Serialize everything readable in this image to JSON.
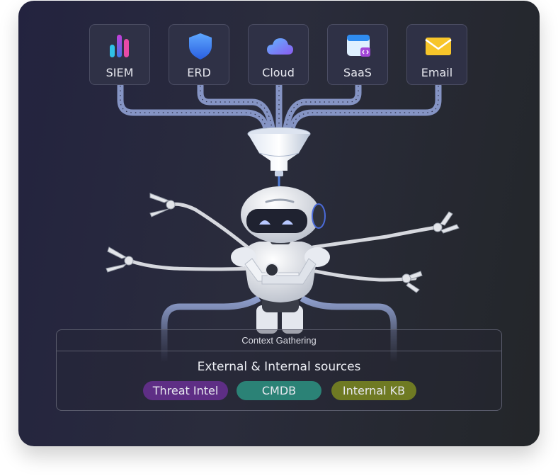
{
  "sources": [
    {
      "label": "SIEM",
      "icon": "bar-chart-icon"
    },
    {
      "label": "ERD",
      "icon": "shield-icon"
    },
    {
      "label": "Cloud",
      "icon": "cloud-icon"
    },
    {
      "label": "SaaS",
      "icon": "browser-window-icon"
    },
    {
      "label": "Email",
      "icon": "envelope-icon"
    }
  ],
  "panel": {
    "title": "Context Gathering",
    "subtitle": "External & Internal sources",
    "chips": [
      {
        "label": "Threat Intel",
        "color": "#5e2e85"
      },
      {
        "label": "CMDB",
        "color": "#2b8276"
      },
      {
        "label": "Internal KB",
        "color": "#6f7a23"
      }
    ]
  },
  "colors": {
    "pipe": "#8f9fcd",
    "card_start": "#23233f",
    "card_end": "#232629",
    "eye_glow": "#b8c8ff"
  }
}
